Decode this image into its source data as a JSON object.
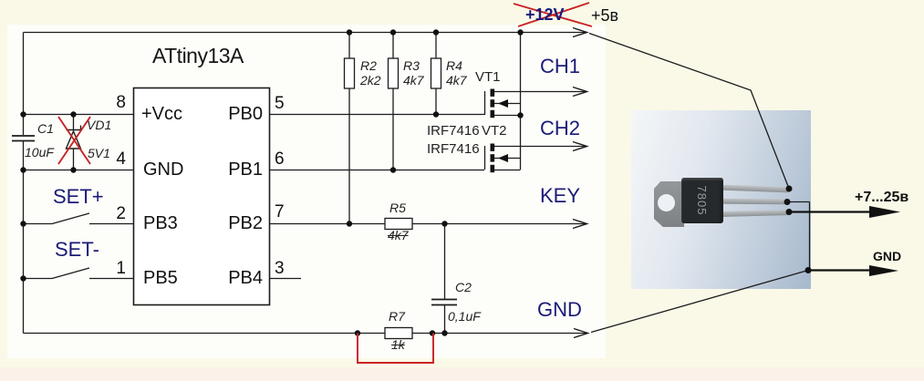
{
  "colors": {
    "background": "#faf9e8",
    "paper": "#fdfdfa",
    "label_navy": "#1b1b78",
    "annotation_red": "#c92323",
    "wire": "#1c1c1c",
    "photo_panel_blue": "#a6b9cd"
  },
  "ic": {
    "title": "ATtiny13A",
    "pins": {
      "vcc": {
        "num": "8",
        "name": "+Vcc"
      },
      "gnd": {
        "num": "4",
        "name": "GND"
      },
      "pb3": {
        "num": "2",
        "name": "PB3"
      },
      "pb5": {
        "num": "1",
        "name": "PB5"
      },
      "pb0": {
        "num": "5",
        "name": "PB0"
      },
      "pb1": {
        "num": "6",
        "name": "PB1"
      },
      "pb2": {
        "num": "7",
        "name": "PB2"
      },
      "pb4": {
        "num": "3",
        "name": "PB4"
      }
    }
  },
  "components": {
    "c1": {
      "ref": "C1",
      "value": "10uF"
    },
    "vd1": {
      "ref": "VD1",
      "value": "5V1"
    },
    "r2": {
      "ref": "R2",
      "value": "2k2"
    },
    "r3": {
      "ref": "R3",
      "value": "4k7"
    },
    "r4": {
      "ref": "R4",
      "value": "4k7"
    },
    "r5": {
      "ref": "R5",
      "value": "4k7"
    },
    "r7": {
      "ref": "R7",
      "value": "1k"
    },
    "c2": {
      "ref": "C2",
      "value": "0,1uF"
    },
    "vt1": {
      "ref": "VT1",
      "part": "IRF7416"
    },
    "vt2": {
      "ref": "VT2",
      "part": "IRF7416"
    }
  },
  "labels": {
    "set_plus": "SET+",
    "set_minus": "SET-",
    "ch1": "CH1",
    "ch2": "CH2",
    "key": "KEY",
    "gnd": "GND"
  },
  "power": {
    "crossed_out": "+12V",
    "replacement": "+5в"
  },
  "regulator": {
    "part": "7805",
    "input": "+7...25в",
    "ground": "GND"
  }
}
